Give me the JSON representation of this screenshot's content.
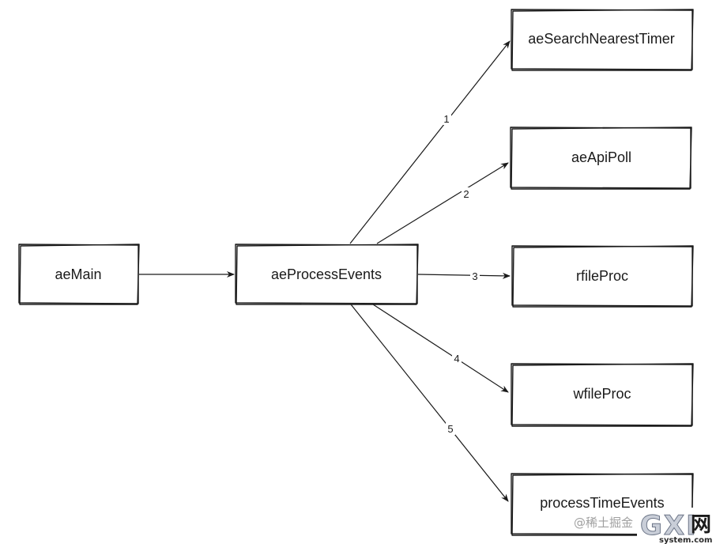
{
  "nodes": [
    {
      "label": "aeMain"
    },
    {
      "label": "aeProcessEvents"
    },
    {
      "label": "aeSearchNearestTimer"
    },
    {
      "label": "aeApiPoll"
    },
    {
      "label": "rfileProc"
    },
    {
      "label": "wfileProc"
    },
    {
      "label": "processTimeEvents"
    }
  ],
  "edges": [
    {
      "from": 0,
      "to": 1,
      "label": ""
    },
    {
      "from": 1,
      "to": 2,
      "label": "1"
    },
    {
      "from": 1,
      "to": 3,
      "label": "2"
    },
    {
      "from": 1,
      "to": 4,
      "label": "3"
    },
    {
      "from": 1,
      "to": 5,
      "label": "4"
    },
    {
      "from": 1,
      "to": 6,
      "label": "5"
    }
  ],
  "watermark": {
    "text": "@稀土掘金",
    "logo_main": "GXI",
    "logo_cn": "网",
    "logo_sub": "system.com"
  }
}
